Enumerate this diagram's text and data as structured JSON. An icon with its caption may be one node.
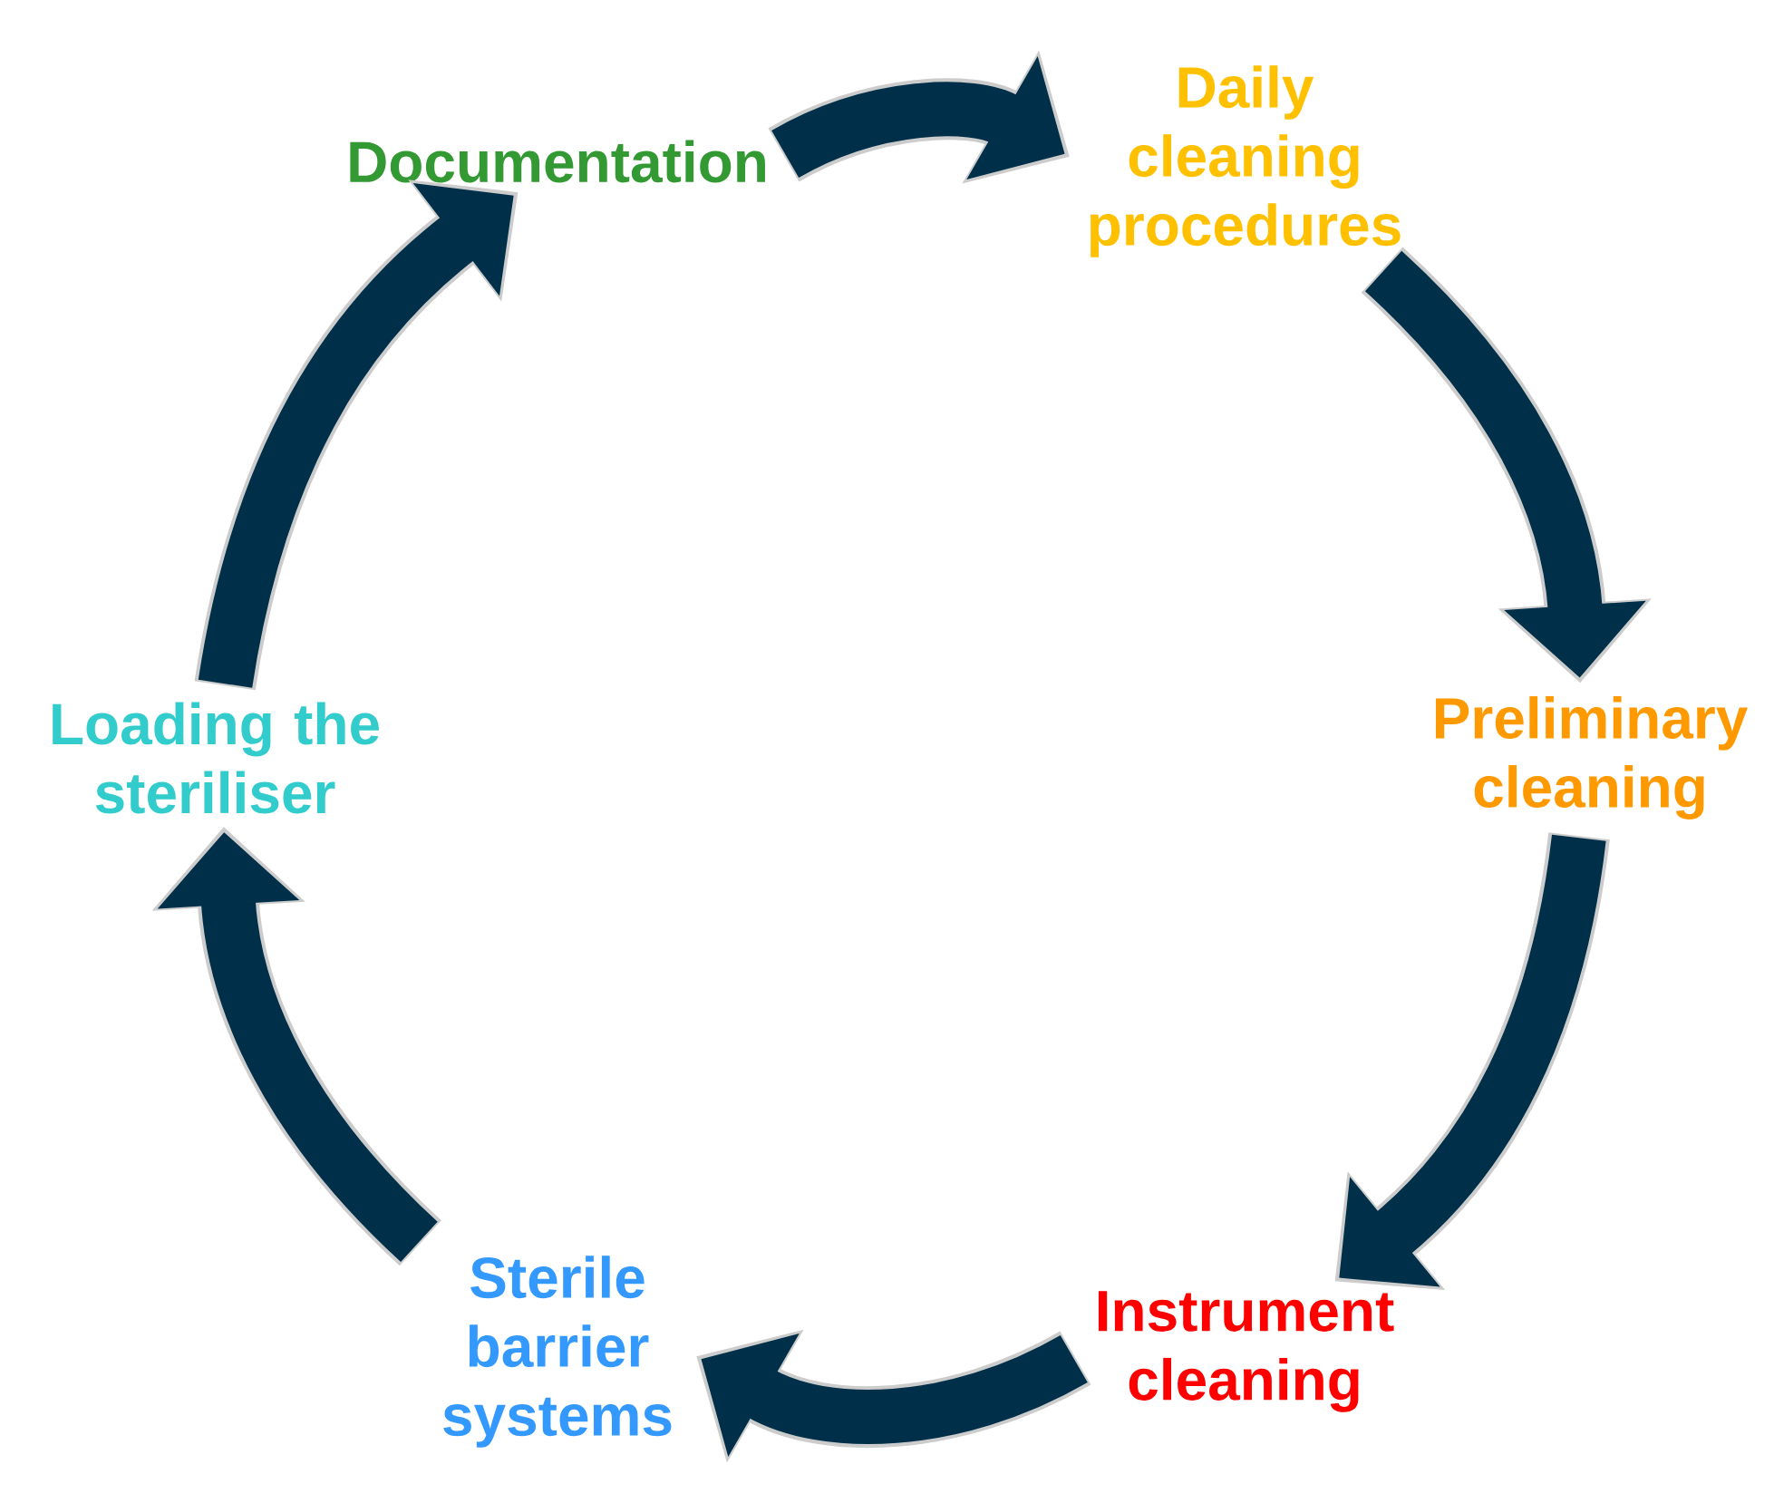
{
  "diagram": {
    "nodes": [
      {
        "text": [
          "Documentation"
        ]
      },
      {
        "text": [
          "Daily cleaning procedures"
        ]
      },
      {
        "text": [
          "Preliminary cleaning"
        ]
      },
      {
        "text": [
          "Instrument cleaning"
        ]
      },
      {
        "text": [
          "Sterile barrier systems"
        ]
      },
      {
        "text": [
          "Loading the steriliser"
        ]
      }
    ],
    "edges": [
      {
        "from": 0,
        "to": 1,
        "arrow": "to"
      },
      {
        "from": 1,
        "to": 2,
        "arrow": "to"
      },
      {
        "from": 2,
        "to": 3,
        "arrow": "to"
      },
      {
        "from": 3,
        "to": 4,
        "arrow": "to"
      },
      {
        "from": 4,
        "to": 5,
        "arrow": "to"
      },
      {
        "from": 5,
        "to": 0,
        "arrow": "to"
      }
    ]
  }
}
